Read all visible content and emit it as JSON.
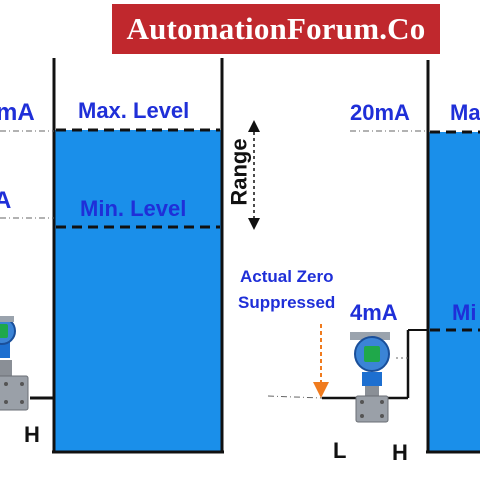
{
  "banner": {
    "text": "AutomationForum.Co"
  },
  "left_tank": {
    "current_top_label": "mA",
    "current_bottom_label": "A",
    "max_level_label": "Max. Level",
    "min_level_label": "Min. Level",
    "range_label": "Range",
    "hp_port_label": "H"
  },
  "right_tank": {
    "current_top_label": "20mA",
    "current_bottom_label": "4mA",
    "max_level_label": "Ma",
    "min_level_label": "Mi",
    "suppression_label_line1": "Actual Zero",
    "suppression_label_line2": "Suppressed",
    "lp_port_label": "L",
    "hp_port_label": "H"
  },
  "colors": {
    "banner_bg": "#c0282d",
    "water": "#1a8fea",
    "label_blue": "#1f2fd8",
    "arrow_orange": "#f07b1e",
    "transmitter_blue": "#1d6fd0",
    "display_green": "#1fa84a"
  },
  "icons": [
    "pressure-transmitter-icon",
    "range-arrow-icon",
    "suppression-arrow-icon"
  ]
}
